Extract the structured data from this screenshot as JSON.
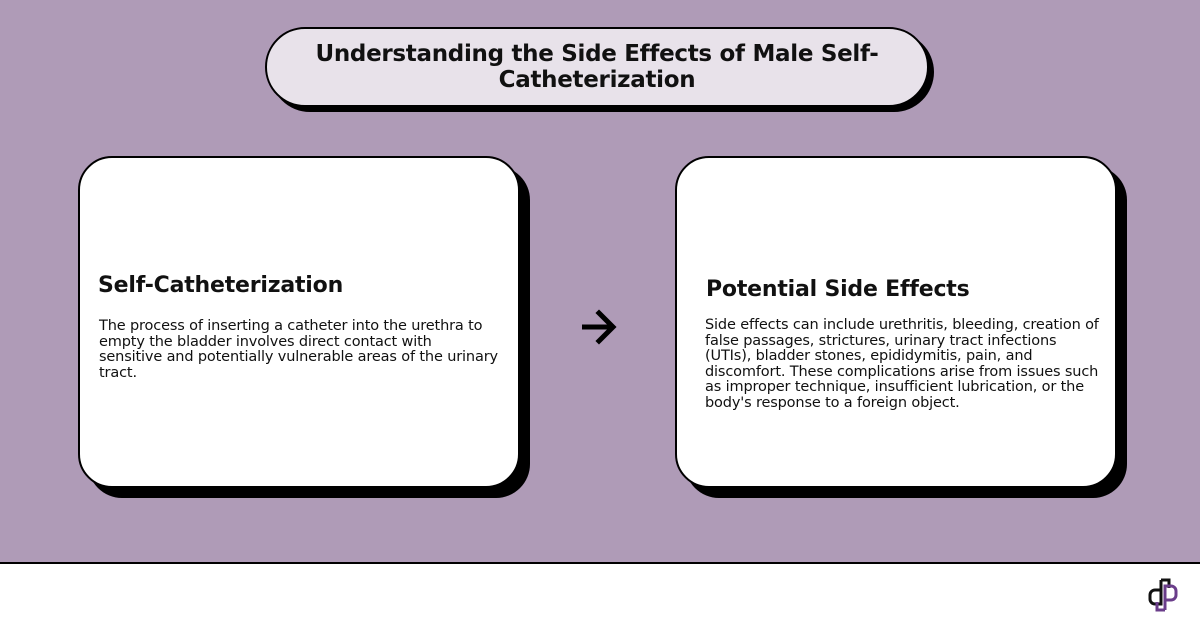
{
  "title": "Understanding the Side Effects of Male Self-Catheterization",
  "cards": [
    {
      "heading": "Self-Catheterization",
      "body": "The process of inserting a catheter into the urethra to empty the bladder involves direct contact with sensitive and potentially vulnerable areas of the urinary tract."
    },
    {
      "heading": "Potential Side Effects",
      "body": "Side effects can include urethritis, bleeding, creation of false passages, strictures, urinary tract infections (UTIs), bladder stones, epididymitis, pain, and discomfort. These complications arise from issues such as improper technique, insufficient lubrication, or the body's response to a foreign object."
    }
  ],
  "connector": {
    "icon": "arrow-right-icon"
  },
  "footer": {
    "logo": "brand-logo-icon"
  },
  "colors": {
    "background": "#af9bb7",
    "title_fill": "#e8e2ea",
    "card_fill": "#ffffff",
    "outline": "#000000",
    "logo_accent": "#6a3d8a"
  }
}
